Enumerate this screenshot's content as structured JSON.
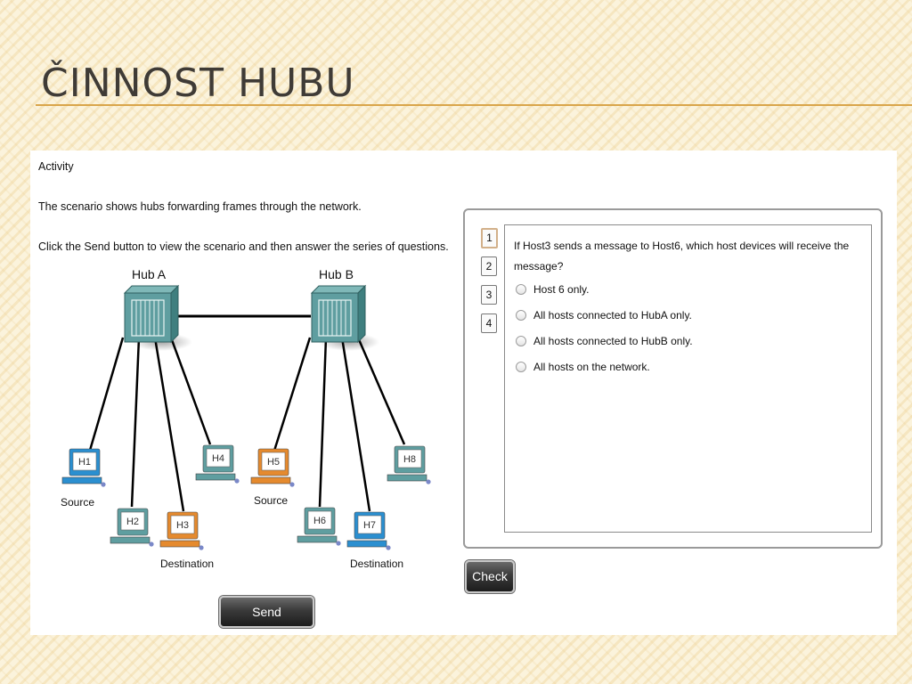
{
  "slide": {
    "title": "ČINNOST HUBU"
  },
  "activity": {
    "heading": "Activity",
    "description": "The scenario shows hubs forwarding frames through the network.",
    "instruction": "Click the Send button to view the scenario and then answer the series of questions.",
    "send_label": "Send"
  },
  "network": {
    "hubs": [
      {
        "label": "Hub A"
      },
      {
        "label": "Hub B"
      }
    ],
    "hosts": [
      {
        "label": "H1",
        "color": "#2b8fd0",
        "caption": "Source"
      },
      {
        "label": "H2",
        "color": "#5f9ea0",
        "caption": ""
      },
      {
        "label": "H3",
        "color": "#e58a2e",
        "caption": "Destination"
      },
      {
        "label": "H4",
        "color": "#5f9ea0",
        "caption": ""
      },
      {
        "label": "H5",
        "color": "#e58a2e",
        "caption": "Source"
      },
      {
        "label": "H6",
        "color": "#5f9ea0",
        "caption": ""
      },
      {
        "label": "H7",
        "color": "#2b8fd0",
        "caption": "Destination"
      },
      {
        "label": "H8",
        "color": "#5f9ea0",
        "caption": ""
      }
    ],
    "colors": {
      "hub": "#5f9ea0",
      "link": "#000000"
    }
  },
  "quiz": {
    "tabs": [
      "1",
      "2",
      "3",
      "4"
    ],
    "active_tab": "1",
    "question": "If Host3 sends a message to Host6, which host devices will receive the message?",
    "options": [
      "Host 6 only.",
      "All hosts connected to HubA only.",
      "All hosts connected to HubB only.",
      "All hosts on the network."
    ],
    "check_label": "Check"
  }
}
